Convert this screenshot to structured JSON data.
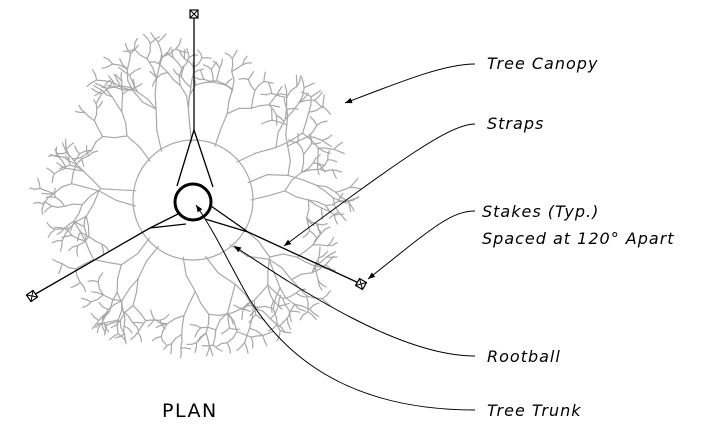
{
  "title": "PLAN",
  "labels": {
    "canopy": "Tree Canopy",
    "straps": "Straps",
    "stakes_line1": "Stakes (Typ.)",
    "stakes_line2": "Spaced at 120° Apart",
    "rootball": "Rootball",
    "trunk": "Tree Trunk"
  },
  "colors": {
    "canopy": "#a8a8a8",
    "linework": "#000000"
  }
}
